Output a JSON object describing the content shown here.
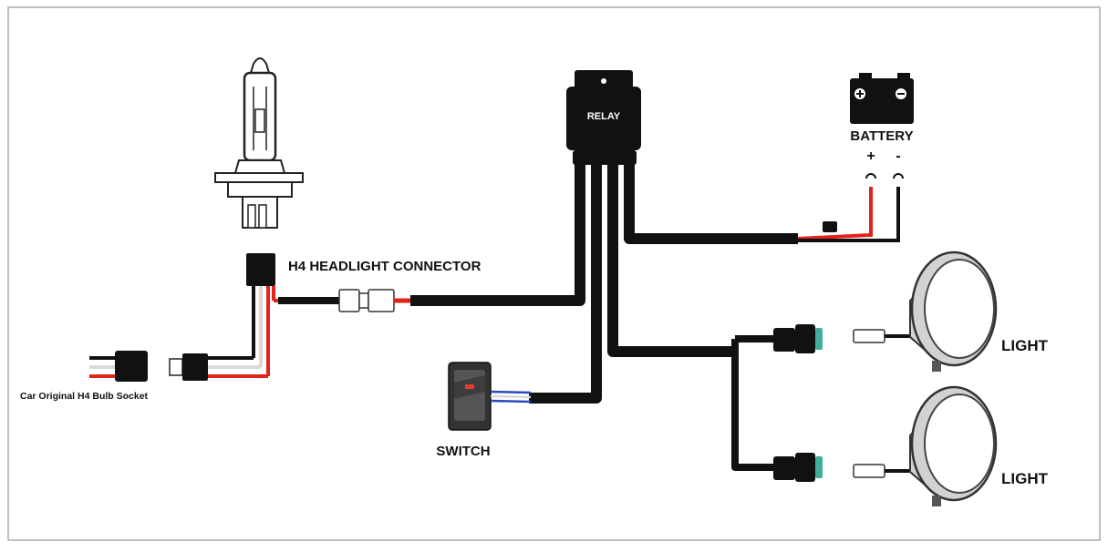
{
  "labels": {
    "relay": "RELAY",
    "battery": "BATTERY",
    "battery_plus": "+",
    "battery_minus": "-",
    "h4_connector": "H4 HEADLIGHT CONNECTOR",
    "switch": "SWITCH",
    "light_top": "LIGHT",
    "light_bottom": "LIGHT",
    "car_socket": "Car Original H4 Bulb Socket"
  },
  "battery_terminals": {
    "positive_symbol": "⊕",
    "negative_symbol": "⊖"
  },
  "colors": {
    "wire_main": "#111111",
    "wire_red": "#e2231a",
    "wire_white": "#d9d9d9",
    "wire_blue": "#2b4bbf",
    "switch_lamp": "#e33b2e",
    "connector_teal": "#3fae9a",
    "lamp_grey": "#d2d2d2",
    "border": "#aaaaaa"
  },
  "icons": [
    "h4-bulb-icon",
    "relay-icon",
    "battery-icon",
    "fuse-icon",
    "rocker-switch-icon",
    "work-light-icon",
    "waterproof-connector-icon",
    "h4-plug-icon"
  ]
}
